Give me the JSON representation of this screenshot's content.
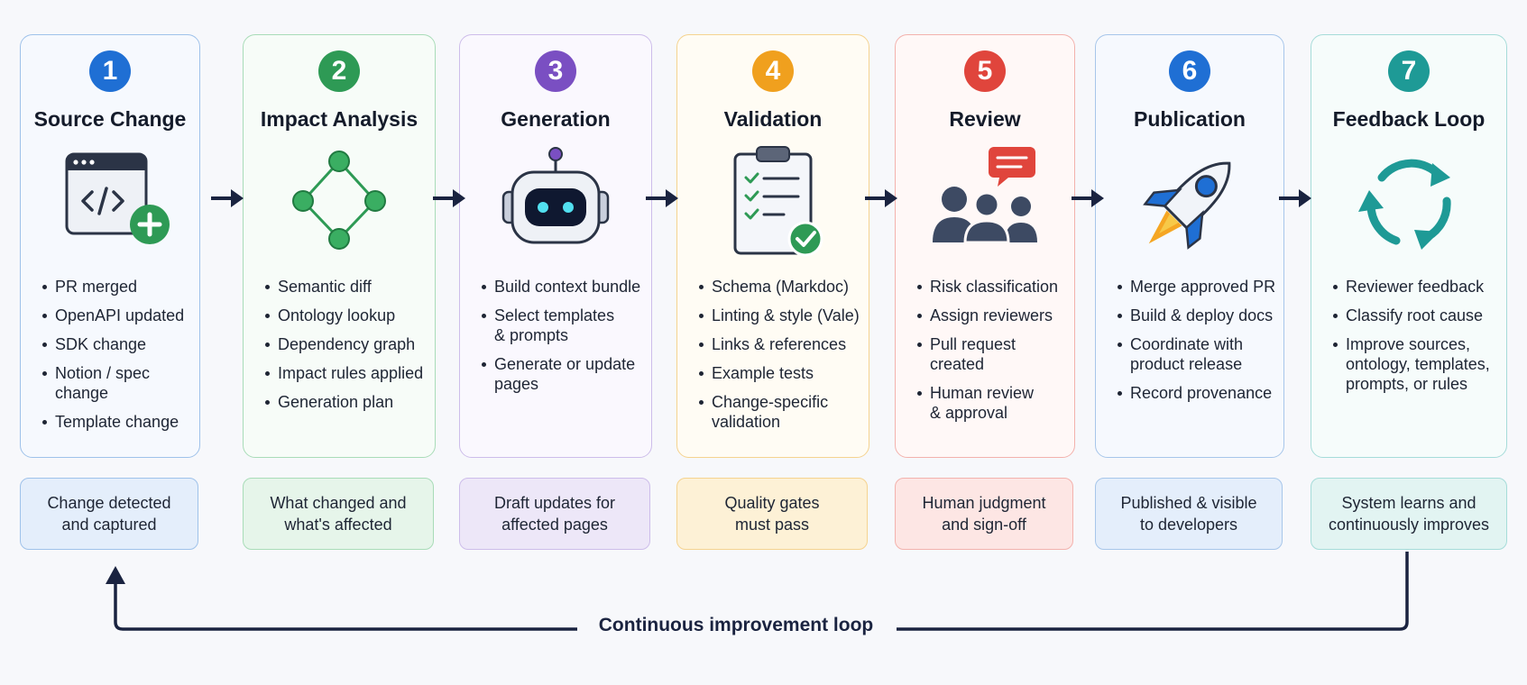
{
  "stages": [
    {
      "number": "1",
      "title": "Source Change",
      "icon": "code-window-plus-icon",
      "items": [
        "PR merged",
        "OpenAPI updated",
        "SDK change",
        "Notion / spec change",
        "Template change"
      ],
      "summary": "Change detected\nand captured",
      "colors": {
        "accent": "#1f6fd4",
        "border": "#9fc2ea",
        "bg": "#f6f9fe",
        "summary_bg": "#e4eefb"
      }
    },
    {
      "number": "2",
      "title": "Impact Analysis",
      "icon": "graph-nodes-icon",
      "items": [
        "Semantic diff",
        "Ontology lookup",
        "Dependency graph",
        "Impact rules applied",
        "Generation plan"
      ],
      "summary": "What changed and\nwhat's affected",
      "colors": {
        "accent": "#2e9a55",
        "border": "#a9dcb8",
        "bg": "#f7fcf8",
        "summary_bg": "#e6f5ea"
      }
    },
    {
      "number": "3",
      "title": "Generation",
      "icon": "robot-icon",
      "items": [
        "Build context bundle",
        "Select templates\n& prompts",
        "Generate or update\npages"
      ],
      "summary": "Draft updates for\naffected pages",
      "colors": {
        "accent": "#7a4fc2",
        "border": "#cdbdea",
        "bg": "#faf8fe",
        "summary_bg": "#ede7f8"
      }
    },
    {
      "number": "4",
      "title": "Validation",
      "icon": "clipboard-check-icon",
      "items": [
        "Schema (Markdoc)",
        "Linting & style (Vale)",
        "Links & references",
        "Example tests",
        "Change-specific\nvalidation"
      ],
      "summary": "Quality gates\nmust pass",
      "colors": {
        "accent": "#f0a01e",
        "border": "#f5d38f",
        "bg": "#fffcf4",
        "summary_bg": "#fdf1d6"
      }
    },
    {
      "number": "5",
      "title": "Review",
      "icon": "reviewers-group-icon",
      "items": [
        "Risk classification",
        "Assign reviewers",
        "Pull request created",
        "Human review\n& approval"
      ],
      "summary": "Human judgment\nand sign-off",
      "colors": {
        "accent": "#e0453c",
        "border": "#f3b2ad",
        "bg": "#fff8f7",
        "summary_bg": "#fde6e4"
      }
    },
    {
      "number": "6",
      "title": "Publication",
      "icon": "rocket-icon",
      "items": [
        "Merge approved PR",
        "Build & deploy docs",
        "Coordinate with\nproduct release",
        "Record provenance"
      ],
      "summary": "Published & visible\nto developers",
      "colors": {
        "accent": "#1f6fd4",
        "border": "#a7c6ea",
        "bg": "#f6f9fe",
        "summary_bg": "#e4eefb"
      }
    },
    {
      "number": "7",
      "title": "Feedback Loop",
      "icon": "cycle-arrows-icon",
      "items": [
        "Reviewer feedback",
        "Classify root cause",
        "Improve sources,\nontology, templates,\nprompts, or rules"
      ],
      "summary": "System learns and\ncontinuously improves",
      "colors": {
        "accent": "#1e9a96",
        "border": "#a6dcd9",
        "bg": "#f6fcfb",
        "summary_bg": "#e2f4f2"
      }
    }
  ],
  "loop_label": "Continuous improvement loop",
  "colors": {
    "arrow": "#1a2340"
  }
}
